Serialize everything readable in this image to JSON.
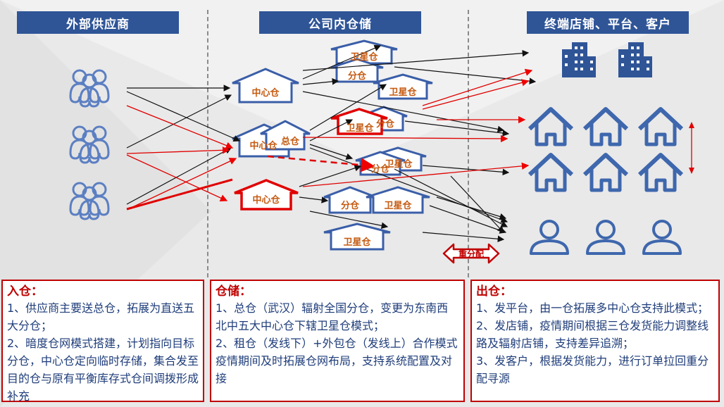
{
  "headers": {
    "suppliers": "外部供应商",
    "warehousing": "公司内仓储",
    "terminals": "终端店铺、平台、客户"
  },
  "warehouses": {
    "center": "中心仓",
    "total": "总仓",
    "branch": "分仓",
    "satellite": "卫星仓"
  },
  "redistribute_label": "重分配",
  "boxes": {
    "inbound": {
      "title": "入仓：",
      "lines": [
        "1、供应商主要送总仓，拓展为直送五大分仓；",
        "2、暗度仓网模式搭建，计划指向目标分仓，中心仓定向临时存储，集合发至目的仓与原有平衡库存式仓间调拨形成补充"
      ]
    },
    "storage": {
      "title": "仓储：",
      "lines": [
        "1、总仓（武汉）辐射全国分仓，变更为东南西北中五大中心仓下辖卫星仓模式；",
        "2、租仓（发线下）+外包仓（发线上）合作模式疫情期间及时拓展仓网布局，支持系统配置及对接"
      ]
    },
    "outbound": {
      "title": "出仓：",
      "lines": [
        "1、发平台，由一仓拓展多中心仓支持此模式；",
        "2、发店铺，疫情期间根据三仓发货能力调整线路及辐射店铺，支持差异追溯；",
        "3、发客户，根据发货能力，进行订单拉回重分配寻源"
      ]
    }
  },
  "colors": {
    "header_bg": "#2f5597",
    "red": "#c00000",
    "blue": "#3a5ea8",
    "icon": "#4e72b8",
    "label": "#c55a11"
  }
}
